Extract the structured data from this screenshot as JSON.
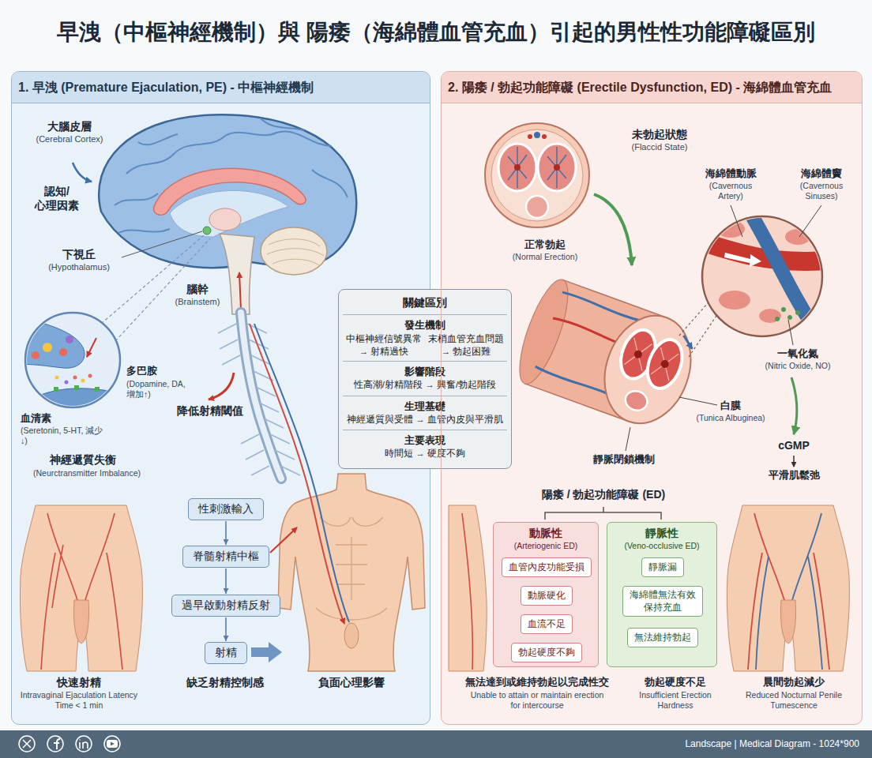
{
  "diagram": {
    "title": "早洩（中樞神經機制）與 陽痿（海綿體血管充血）引起的男性性功能障礙區別",
    "nodes": [
      {
        "text": [
          "1. 早洩 (Premature Ejaculation, PE) - 中樞神經機制"
        ]
      },
      {
        "text": [
          "性刺激輸入"
        ],
        "in": 0
      },
      {
        "text": [
          "脊髓射精中樞"
        ],
        "in": 0
      },
      {
        "text": [
          "過早啟動射精反射"
        ],
        "in": 0
      },
      {
        "text": [
          "射精"
        ],
        "in": 0
      },
      {
        "text": [
          "關鍵區別",
          "發生機制",
          "中樞神經信號異常 → 射精過快",
          "末梢血管充血問題 → 勃起困難",
          "影響階段",
          "性高潮/射精階段 → 興奮/勃起階段",
          "生理基礎",
          "神經遞質與受體 → 血管內皮與平滑肌",
          "主要表現",
          "時間短 → 硬度不夠"
        ]
      },
      {
        "text": [
          "2. 陽痿 / 勃起功能障礙 (Erectile Dysfunction, ED) - 海綿體血管充血"
        ]
      },
      {
        "text": [
          "動脈性",
          "(Arteriogenic ED)"
        ],
        "in": 6
      },
      {
        "text": [
          "血管內皮功能受損"
        ],
        "in": 7
      },
      {
        "text": [
          "動脈硬化"
        ],
        "in": 7
      },
      {
        "text": [
          "血流不足"
        ],
        "in": 7
      },
      {
        "text": [
          "勃起硬度不夠"
        ],
        "in": 7
      },
      {
        "text": [
          "靜脈性",
          "(Veno-occlusive ED)"
        ],
        "in": 6
      },
      {
        "text": [
          "靜脈漏"
        ],
        "in": 12
      },
      {
        "text": [
          "海綿體無法有效保持充血"
        ],
        "in": 12
      },
      {
        "text": [
          "無法維持勃起"
        ],
        "in": 12
      }
    ],
    "edges": [
      {
        "from": 1,
        "to": 2,
        "arrow": "to"
      },
      {
        "from": 2,
        "to": 3,
        "arrow": "to"
      },
      {
        "from": 3,
        "to": 4,
        "arrow": "to"
      },
      {
        "from": 8,
        "to": 9,
        "arrow": "to"
      },
      {
        "from": 9,
        "to": 10,
        "arrow": "to"
      },
      {
        "from": 10,
        "to": 11,
        "arrow": "to"
      },
      {
        "from": 13,
        "to": 14,
        "arrow": "to"
      },
      {
        "from": 14,
        "to": 15,
        "arrow": "to"
      }
    ],
    "labels": [
      "大腦皮層",
      "(Cerebral Cortex)",
      "認知/ 心理因素",
      "下視丘",
      "(Hypothalamus)",
      "腦幹",
      "(Brainstem)",
      "多巴胺",
      "(Dopamine, DA, 增加↑)",
      "血清素",
      "(Seretonin, 5-HT, 減少↓)",
      "降低射精閾值",
      "神經遞質失衡",
      "(Neurctransmitter Imbalance)",
      "快速射精",
      "Intravaginal Ejaculation Latency Time < 1 min",
      "缺乏射精控制感",
      "負面心理影響",
      "未勃起狀態",
      "(Flaccid State)",
      "海綿體動脈",
      "(Cavernous Artery)",
      "海綿體竇",
      "(Cavernous Sinuses)",
      "正常勃起",
      "(Normal Erection)",
      "一氧化氮",
      "(Nitric Oxide, NO)",
      "白膜",
      "(Tunica Albuginea)",
      "靜脈閉鎖機制",
      "cGMP",
      "平滑肌鬆弛",
      "陽痿 / 勃起功能障礙 (ED)",
      "無法達到或維持勃起以完成性交",
      "Unable to attain or maintain erection for intercourse",
      "勃起硬度不足",
      "Insufficient Erection Hardness",
      "晨間勃起減少",
      "Reduced Nocturnal Penile Tumescence",
      "Landscape | Medical Diagram - 1024*900"
    ]
  }
}
